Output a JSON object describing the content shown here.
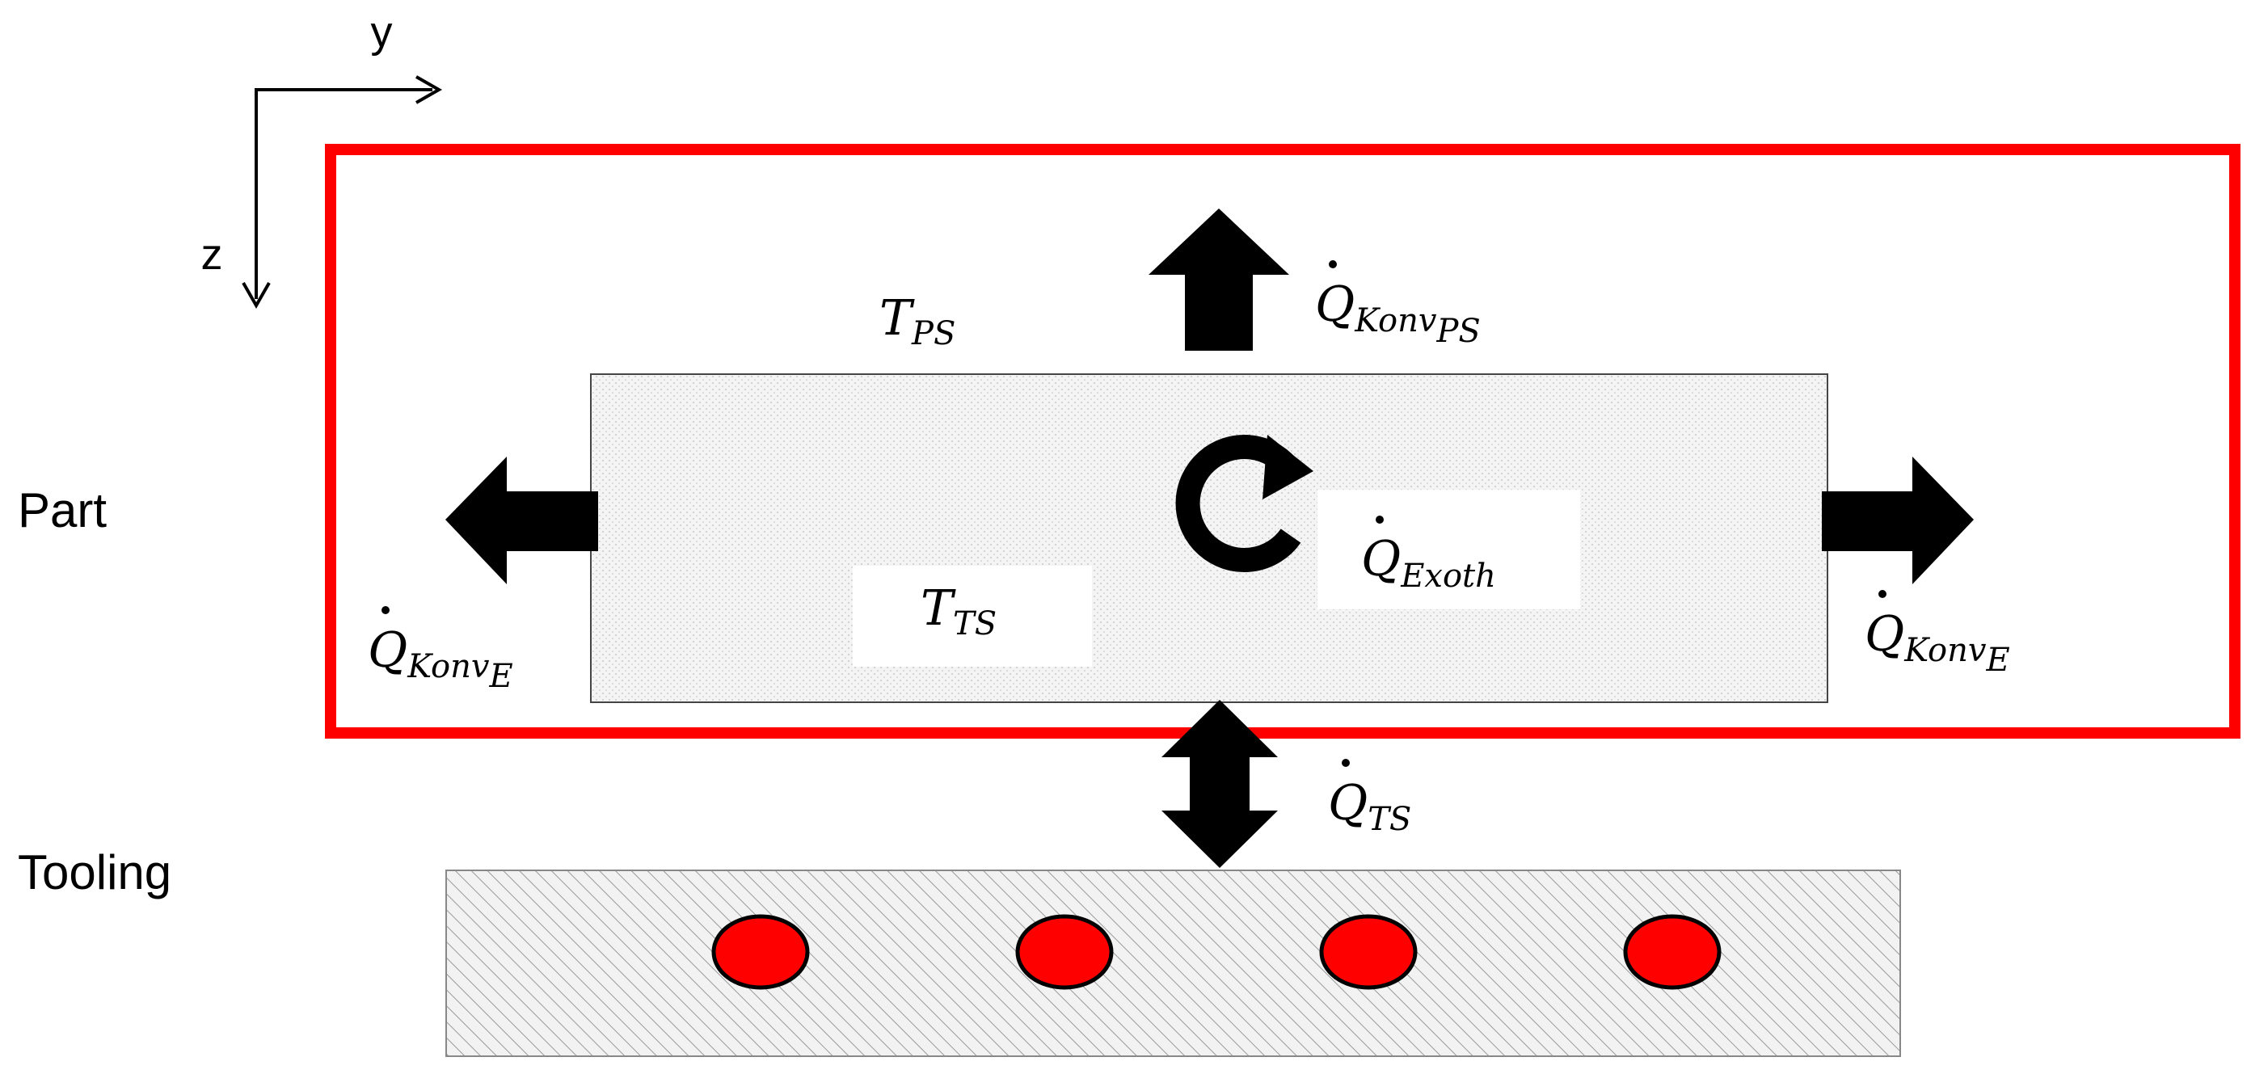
{
  "axes": {
    "horizontal": "y",
    "vertical": "z"
  },
  "side_labels": {
    "part": "Part",
    "tooling": "Tooling"
  },
  "symbols": {
    "t_ps": {
      "base": "T",
      "sub": "PS"
    },
    "t_ts": {
      "base": "T",
      "sub": "TS"
    },
    "q_konv_ps": {
      "base": "Q",
      "sub": "Konv",
      "subsub": "PS"
    },
    "q_exoth": {
      "base": "Q",
      "sub": "Exoth"
    },
    "q_konv_e_left": {
      "base": "Q",
      "sub": "Konv",
      "subsub": "E"
    },
    "q_konv_e_right": {
      "base": "Q",
      "sub": "Konv",
      "subsub": "E"
    },
    "q_ts": {
      "base": "Q",
      "sub": "TS"
    }
  },
  "colors": {
    "boundary": "#ff0000",
    "heater_fill": "#ff0000",
    "arrow": "#000000",
    "part_fill": "#f2f2f2",
    "tooling_hatch": "#9a9a9a"
  }
}
